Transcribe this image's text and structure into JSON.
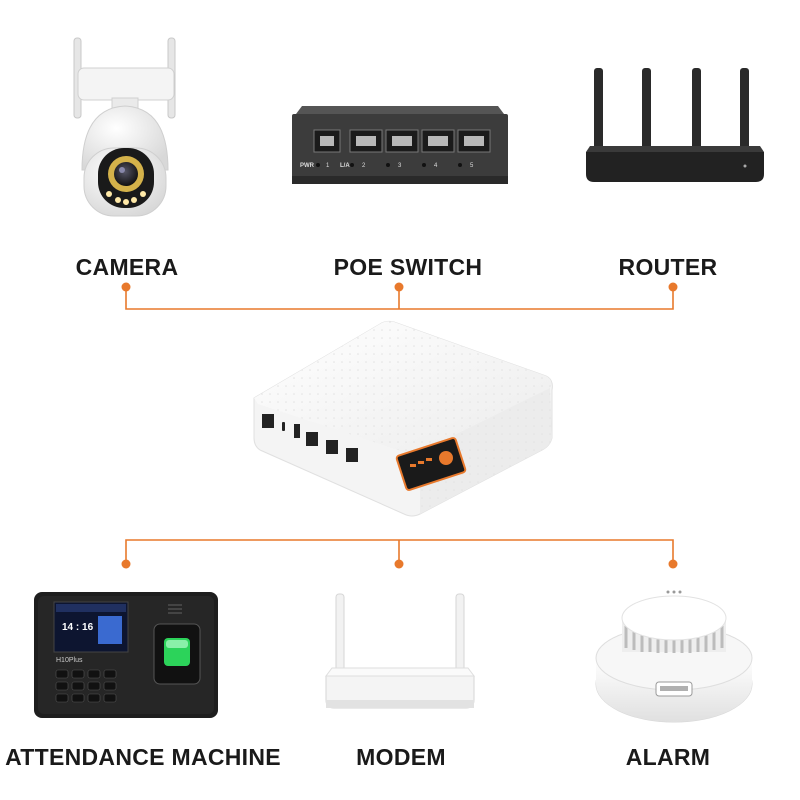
{
  "accent_color": "#e8792c",
  "top_devices": [
    {
      "id": "camera",
      "label": "CAMERA",
      "icon": "ptz-camera-icon"
    },
    {
      "id": "poe-switch",
      "label": "POE SWITCH",
      "icon": "network-switch-icon"
    },
    {
      "id": "router",
      "label": "ROUTER",
      "icon": "router-icon"
    }
  ],
  "center_device": {
    "id": "mini-ups",
    "icon": "mini-ups-icon"
  },
  "bottom_devices": [
    {
      "id": "attendance-machine",
      "label": "ATTENDANCE MACHINE",
      "icon": "attendance-machine-icon",
      "screen_time": "14 : 16",
      "model": "H10Plus"
    },
    {
      "id": "modem",
      "label": "MODEM",
      "icon": "modem-icon"
    },
    {
      "id": "alarm",
      "label": "ALARM",
      "icon": "smoke-alarm-icon"
    }
  ],
  "switch_ports": {
    "pwr": "PWR",
    "la": "L/A",
    "numbers": [
      "1",
      "2",
      "3",
      "4",
      "5"
    ]
  }
}
